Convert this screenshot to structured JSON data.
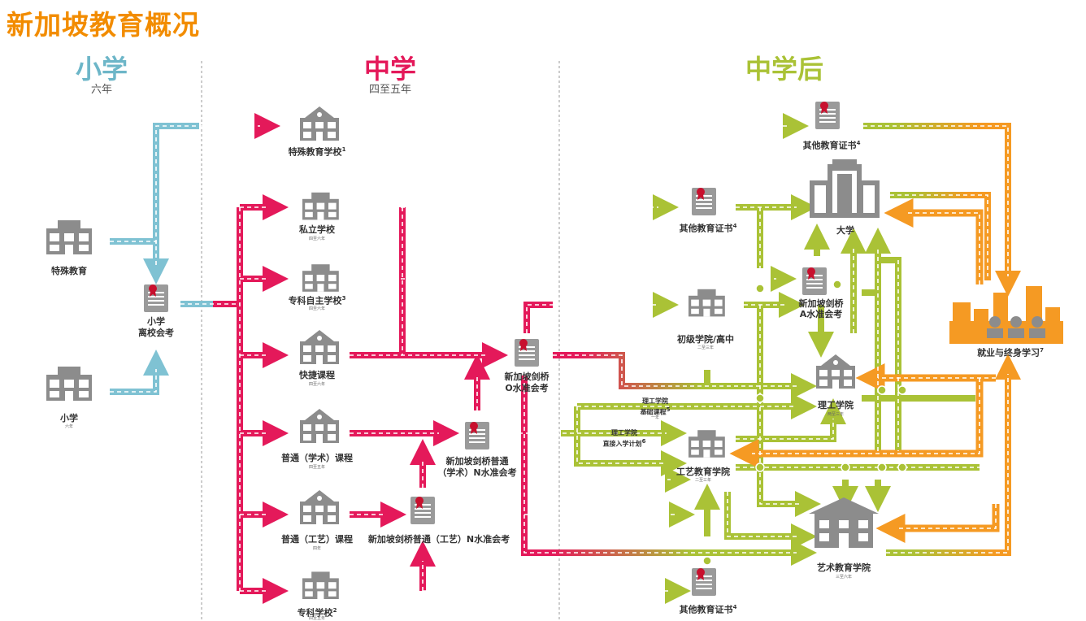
{
  "title": "新加坡教育概况",
  "sections": {
    "primary": {
      "name": "小学",
      "years": "六年",
      "color": "#6db6c8"
    },
    "secondary": {
      "name": "中学",
      "years": "四至五年",
      "color": "#e4195a"
    },
    "post_secondary": {
      "name": "中学后",
      "color": "#aac236"
    }
  },
  "colors": {
    "blue": "#7fc2d3",
    "pink": "#e4195a",
    "green": "#aac236",
    "orange": "#f59a23",
    "grey": "#8c8c8c"
  },
  "nodes": {
    "special_ed": {
      "label": "特殊教育"
    },
    "primary_school": {
      "label": "小学",
      "sub": "六年"
    },
    "psle": {
      "label_1": "小学",
      "label_2": "离校会考"
    },
    "special_ed_school": {
      "label": "特殊教育学校",
      "sup": "1"
    },
    "private_school": {
      "label": "私立学校",
      "sub": "四至六年"
    },
    "specialized_independent": {
      "label": "专科自主学校",
      "sup": "3",
      "sub": "四至六年"
    },
    "express": {
      "label": "快捷课程",
      "sub": "四至六年"
    },
    "normal_academic": {
      "label": "普通（学术）课程",
      "sub": "四至五年"
    },
    "normal_technical": {
      "label": "普通（工艺）课程",
      "sub": "四年"
    },
    "specialized_school": {
      "label": "专科学校",
      "sup": "2",
      "sub": "四至五年"
    },
    "o_level": {
      "label_1": "新加坡剑桥",
      "label_2": "O水准会考"
    },
    "na_level": {
      "label_1": "新加坡剑桥普通",
      "label_2": "（学术）N水准会考"
    },
    "nt_level": {
      "label": "新加坡剑桥普通（工艺）N水准会考"
    },
    "other_cert_top": {
      "label": "其他教育证书",
      "sup": "4"
    },
    "other_cert_mid": {
      "label": "其他教育证书",
      "sup": "4"
    },
    "other_cert_bottom": {
      "label": "其他教育证书",
      "sup": "4"
    },
    "university": {
      "label": "大学"
    },
    "a_level": {
      "label_1": "新加坡剑桥",
      "label_2": "A水准会考"
    },
    "junior_college": {
      "label": "初级学院/高中",
      "sub": "二至三年"
    },
    "polytechnic": {
      "label": "理工学院",
      "sub": "两至三年"
    },
    "poly_foundation": {
      "label_1": "理工学院",
      "label_2": "基础课程",
      "sup": "5",
      "sub": "一年"
    },
    "poly_direct": {
      "label_1": "理工学院",
      "label_2": "直接入学计划",
      "sup": "6"
    },
    "ite": {
      "label": "工艺教育学院",
      "sub": "二至三年"
    },
    "arts": {
      "label": "艺术教育学院",
      "sub": "三至六年"
    },
    "employment": {
      "label": "就业与终身学习",
      "sup": "7"
    }
  }
}
